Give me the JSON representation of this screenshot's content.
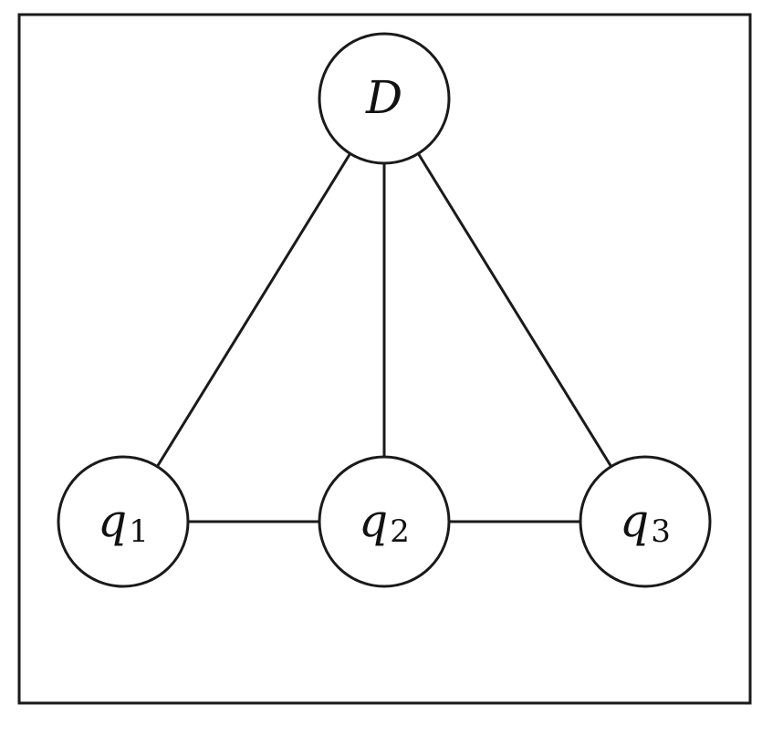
{
  "diagram": {
    "type": "undirected-graph",
    "nodes": [
      {
        "id": "D",
        "label": "D",
        "subscript": ""
      },
      {
        "id": "q1",
        "label": "q",
        "subscript": "1"
      },
      {
        "id": "q2",
        "label": "q",
        "subscript": "2"
      },
      {
        "id": "q3",
        "label": "q",
        "subscript": "3"
      }
    ],
    "edges": [
      {
        "from": "D",
        "to": "q1"
      },
      {
        "from": "D",
        "to": "q2"
      },
      {
        "from": "D",
        "to": "q3"
      },
      {
        "from": "q1",
        "to": "q2"
      },
      {
        "from": "q2",
        "to": "q3"
      }
    ]
  }
}
